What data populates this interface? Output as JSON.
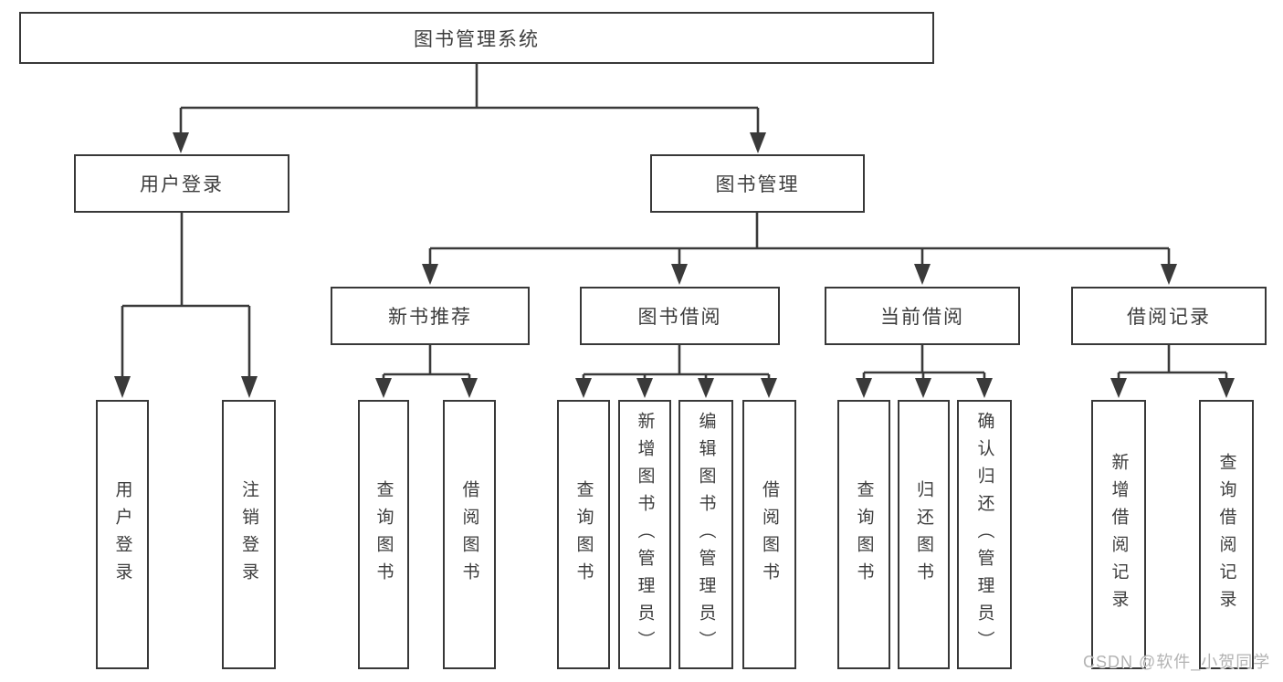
{
  "colors": {
    "line": "#3a3a3a",
    "box_border": "#383838",
    "text": "#3d3d3d",
    "watermark": "#b3b3b3",
    "background": "#ffffff"
  },
  "watermark": {
    "text": "CSDN @软件_小贺同学"
  },
  "tree": {
    "root": {
      "label": "图书管理系统"
    },
    "branches": [
      {
        "label": "用户登录",
        "leaves": [
          {
            "label": "用户登录"
          },
          {
            "label": "注销登录"
          }
        ]
      },
      {
        "label": "图书管理",
        "groups": [
          {
            "label": "新书推荐",
            "leaves": [
              {
                "label": "查询图书"
              },
              {
                "label": "借阅图书"
              }
            ]
          },
          {
            "label": "图书借阅",
            "leaves": [
              {
                "label": "查询图书"
              },
              {
                "label": "新增图书（管理员）"
              },
              {
                "label": "编辑图书（管理员）"
              },
              {
                "label": "借阅图书"
              }
            ]
          },
          {
            "label": "当前借阅",
            "leaves": [
              {
                "label": "查询图书"
              },
              {
                "label": "归还图书"
              },
              {
                "label": "确认归还（管理员）"
              }
            ]
          },
          {
            "label": "借阅记录",
            "leaves": [
              {
                "label": "新增借阅记录"
              },
              {
                "label": "查询借阅记录"
              }
            ]
          }
        ]
      }
    ]
  }
}
